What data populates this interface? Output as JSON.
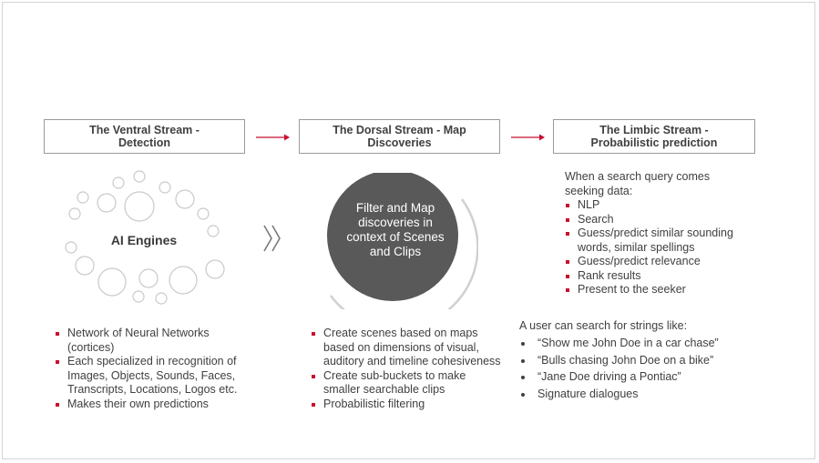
{
  "headers": {
    "ventral": "The Ventral Stream -\nDetection",
    "dorsal": "The Dorsal Stream - Map\nDiscoveries",
    "limbic": "The Limbic Stream -\nProbabilistic prediction"
  },
  "ai_engines_label": "AI Engines",
  "filter_circle_text": "Filter and Map\ndiscoveries in\ncontext of Scenes\nand Clips",
  "ventral_bullets": [
    "Network of Neural Networks (cortices)",
    "Each specialized in recognition of Images, Objects, Sounds, Faces, Transcripts, Locations, Logos etc.",
    "Makes their own predictions"
  ],
  "dorsal_bullets": [
    "Create scenes based on maps based on dimensions of visual, auditory and timeline cohesiveness",
    "Create sub-buckets to make smaller searchable clips",
    "Probabilistic filtering"
  ],
  "limbic_intro": "When a search query comes\nseeking data:",
  "limbic_bullets": [
    "NLP",
    "Search",
    "Guess/predict similar sounding words, similar spellings",
    "Guess/predict relevance",
    "Rank results",
    "Present to the seeker"
  ],
  "search_intro": "A user can search for strings like:",
  "search_examples": [
    "“Show me John Doe in a car chase”",
    "“Bulls chasing John Doe on a bike”",
    "“Jane Doe driving a Pontiac”",
    "Signature dialogues"
  ],
  "colors": {
    "accent_red": "#c8102e",
    "circle_fill": "#595959",
    "text": "#404040",
    "border": "#9a9a9a"
  },
  "icons": {
    "flow_arrow": "right-arrow-icon",
    "chevron": "double-chevron-right-icon"
  }
}
